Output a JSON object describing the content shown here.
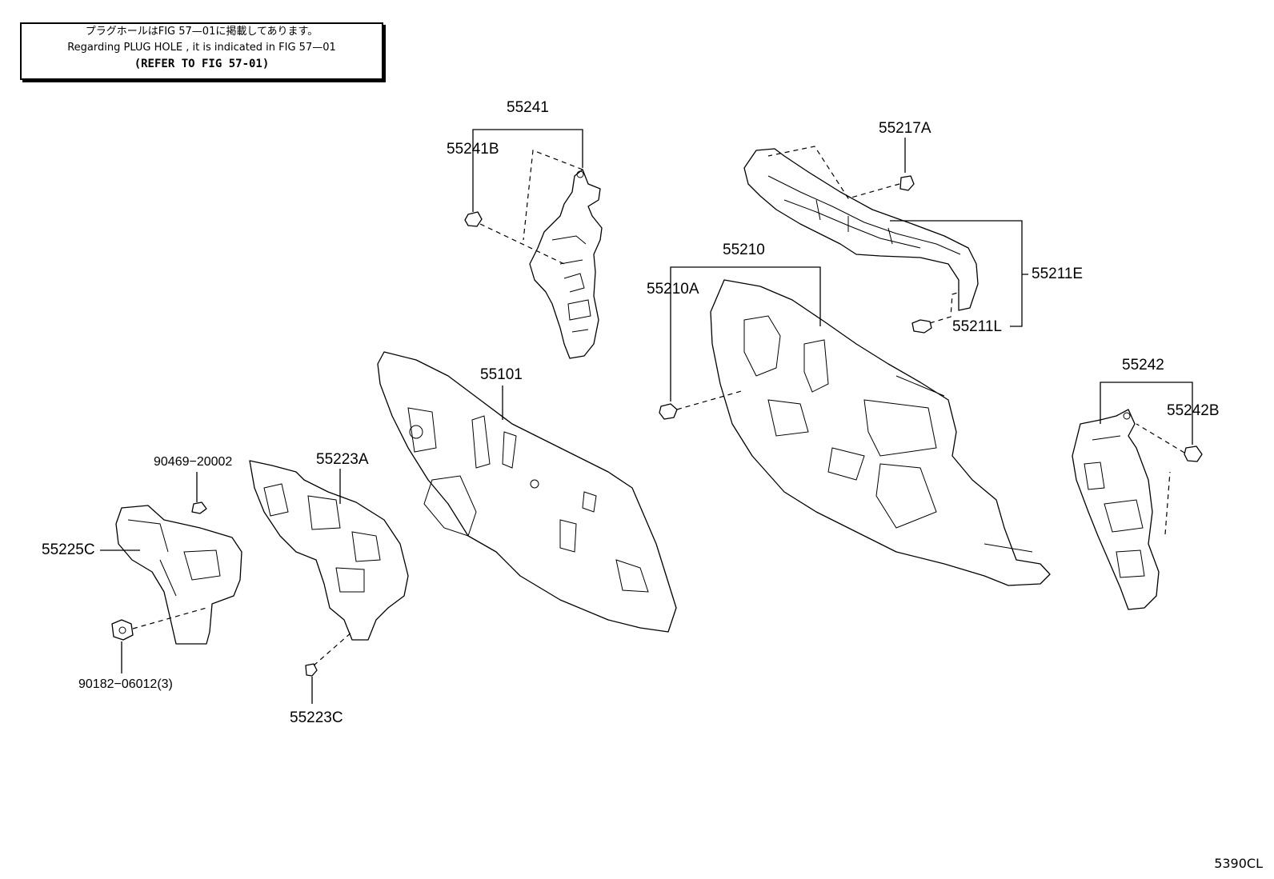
{
  "note": {
    "line_jp": "プラグホールはFIG 57—01に掲載してあります。",
    "line_en": "Regarding  PLUG  HOLE , it is indicated in FIG  57—01",
    "line_ref": "(REFER TO FIG 57-01)"
  },
  "labels": {
    "p55241": "55241",
    "p55241B": "55241B",
    "p55217A": "55217A",
    "p55210": "55210",
    "p55210A": "55210A",
    "p55211E": "55211E",
    "p55211L": "55211L",
    "p55101": "55101",
    "p55242": "55242",
    "p55242B": "55242B",
    "p90469": "90469−20002",
    "p55223A": "55223A",
    "p55225C": "55225C",
    "p90182": "90182−06012(3)",
    "p55223C": "55223C"
  },
  "figure_code": "5390CL"
}
